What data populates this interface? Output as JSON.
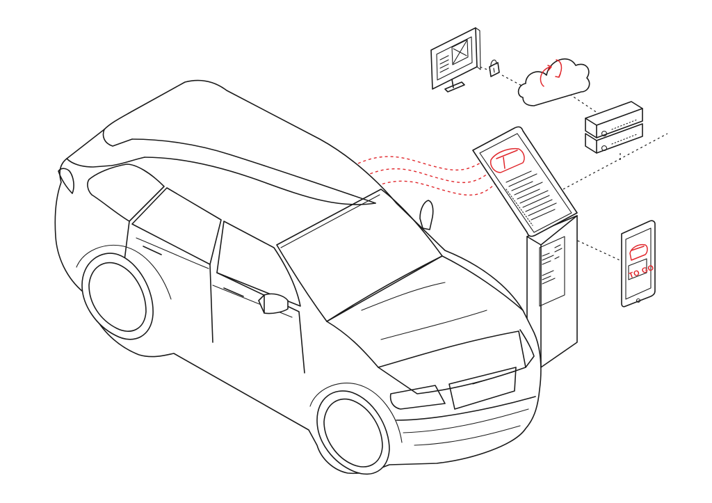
{
  "phone": {
    "screen_text": "TO GO"
  },
  "colors": {
    "accent": "#e0262b",
    "line": "#1a1a1a",
    "background": "#ffffff"
  },
  "icons": [
    "car",
    "kiosk",
    "monitor",
    "lock",
    "cloud-sync",
    "server",
    "smartphone"
  ]
}
